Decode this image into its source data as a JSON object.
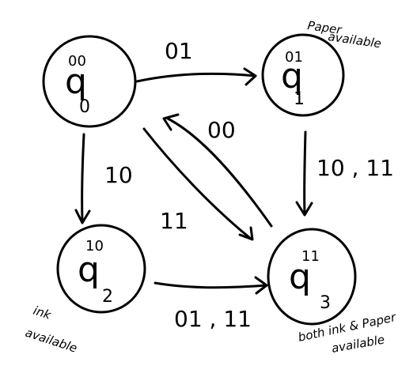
{
  "states": [
    {
      "id": "q0",
      "symbol": "q",
      "superscript": "00",
      "subscript": "0"
    },
    {
      "id": "q1",
      "symbol": "q",
      "superscript": "01",
      "subscript": "1"
    },
    {
      "id": "q2",
      "symbol": "q",
      "superscript": "10",
      "subscript": "2"
    },
    {
      "id": "q3",
      "symbol": "q",
      "superscript": "11",
      "subscript": "3"
    }
  ],
  "edges": [
    {
      "from": "q0",
      "to": "q1",
      "label": "01"
    },
    {
      "from": "q0",
      "to": "q2",
      "label": "10"
    },
    {
      "from": "q0",
      "to": "q3",
      "label": "11"
    },
    {
      "from": "q3",
      "to": "q0",
      "label": "00"
    },
    {
      "from": "q1",
      "to": "q3",
      "label": "10 , 11"
    },
    {
      "from": "q2",
      "to": "q3",
      "label": "01 , 11"
    }
  ],
  "notes": {
    "q1_line1": "Paper",
    "q1_line2": "available",
    "q2_line1": "ink",
    "q2_line2": "available",
    "q3_line1": "both ink & Paper",
    "q3_line2": "available"
  },
  "colors": {
    "ink": "#000000",
    "background": "#ffffff"
  }
}
